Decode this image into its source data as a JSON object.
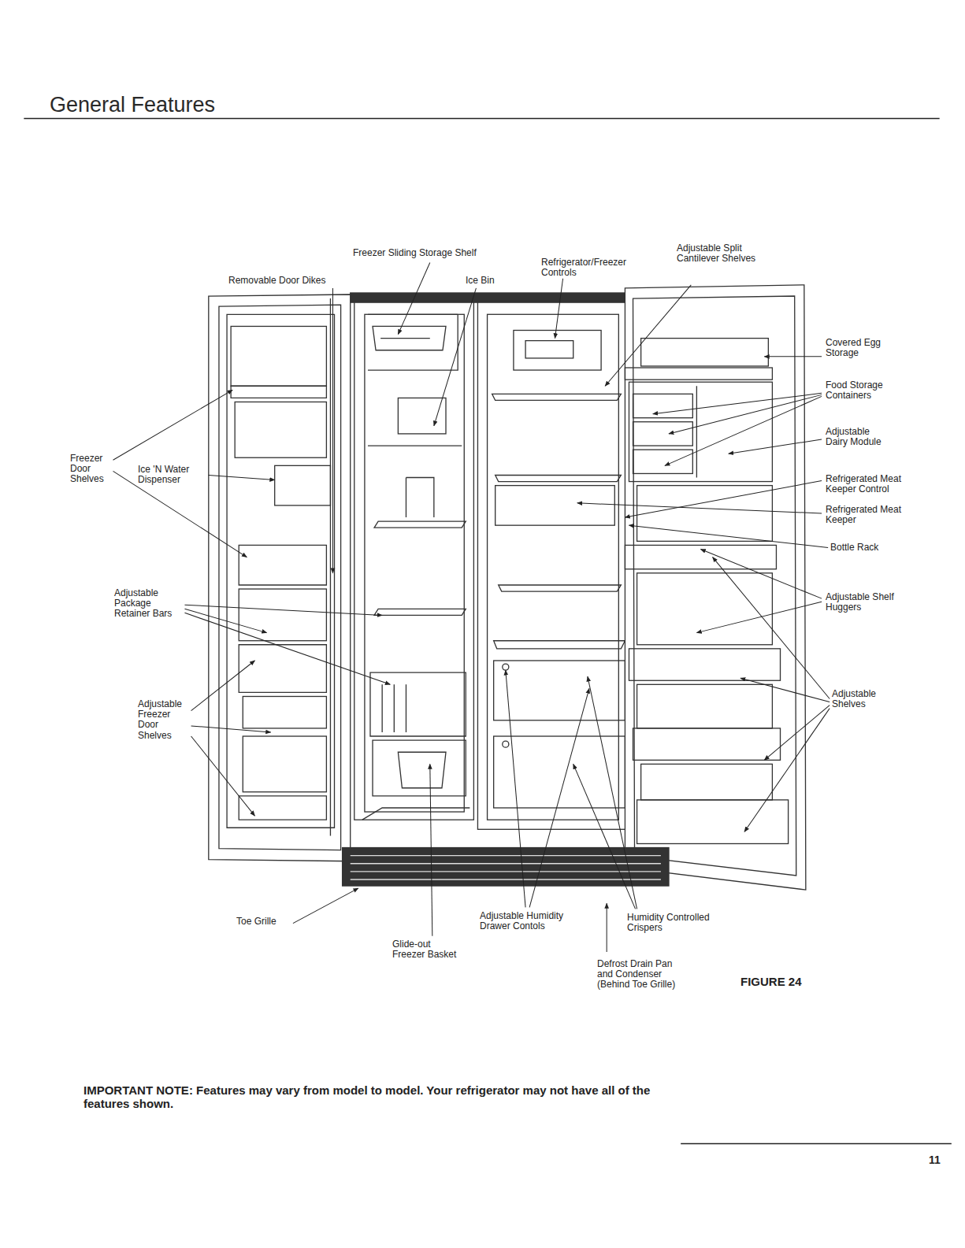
{
  "diagram": {
    "title": "General Features",
    "caption": "FIGURE 24",
    "labels": [
      "Freezer Sliding Storage Shelf",
      "Removable Door Dikes",
      "Ice Bin",
      "Refrigerator/Freezer Controls",
      "Adjustable Split Cantilever Shelves",
      "Covered Egg Storage",
      "Food Storage Containers",
      "Adjustable Dairy Module",
      "Refrigerated Meat Keeper Control",
      "Refrigerated Meat Keeper",
      "Bottle Rack",
      "Adjustable Shelf Huggers",
      "Adjustable Shelves",
      "Freezer Door Shelves",
      "Ice 'N Water Dispenser",
      "Adjustable Package Retainer Bars",
      "Adjustable Freezer Door Shelves",
      "Toe Grille",
      "Glide-out Freezer Basket",
      "Adjustable Humidity Drawer Contols",
      "Humidity Controlled Crispers",
      "Defrost Drain Pan and Condenser (Behind Toe Grille)",
      "IMPORTANT NOTE: Features may vary from model to model. Your refrigerator may not have all of the features shown.",
      "11"
    ]
  }
}
